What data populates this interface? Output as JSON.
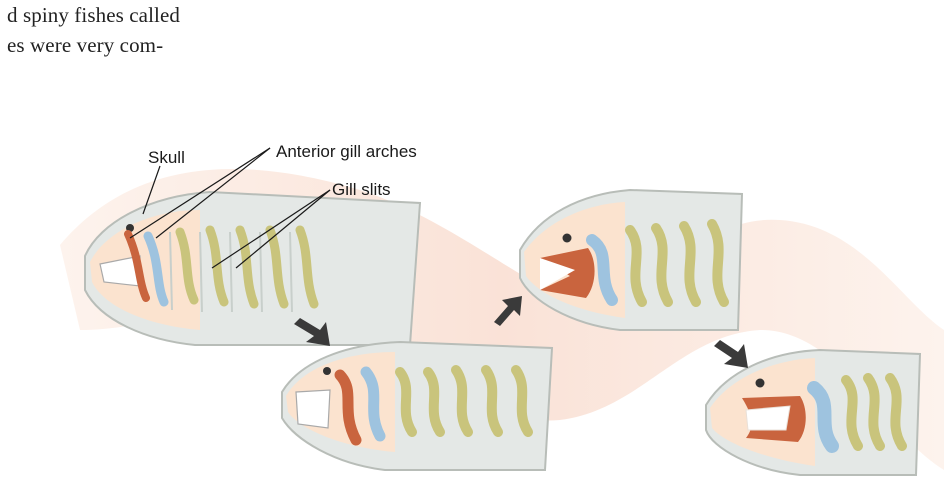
{
  "text": {
    "line1": "d spiny fishes called",
    "line2": "es were very com-"
  },
  "figure": {
    "labels": {
      "skull": "Skull",
      "anterior_gill_arches": "Anterior gill arches",
      "gill_slits": "Gill slits"
    },
    "colors": {
      "band": "#f9ddd0",
      "head_outline": "#b8bdb8",
      "head_fill": "#e4e8e6",
      "snout": "#fbe3cf",
      "arch_red": "#c9643e",
      "arch_blue": "#9ec3df",
      "gill_arch_green": "#c9c47c",
      "arrow": "#3a3a3a"
    }
  }
}
